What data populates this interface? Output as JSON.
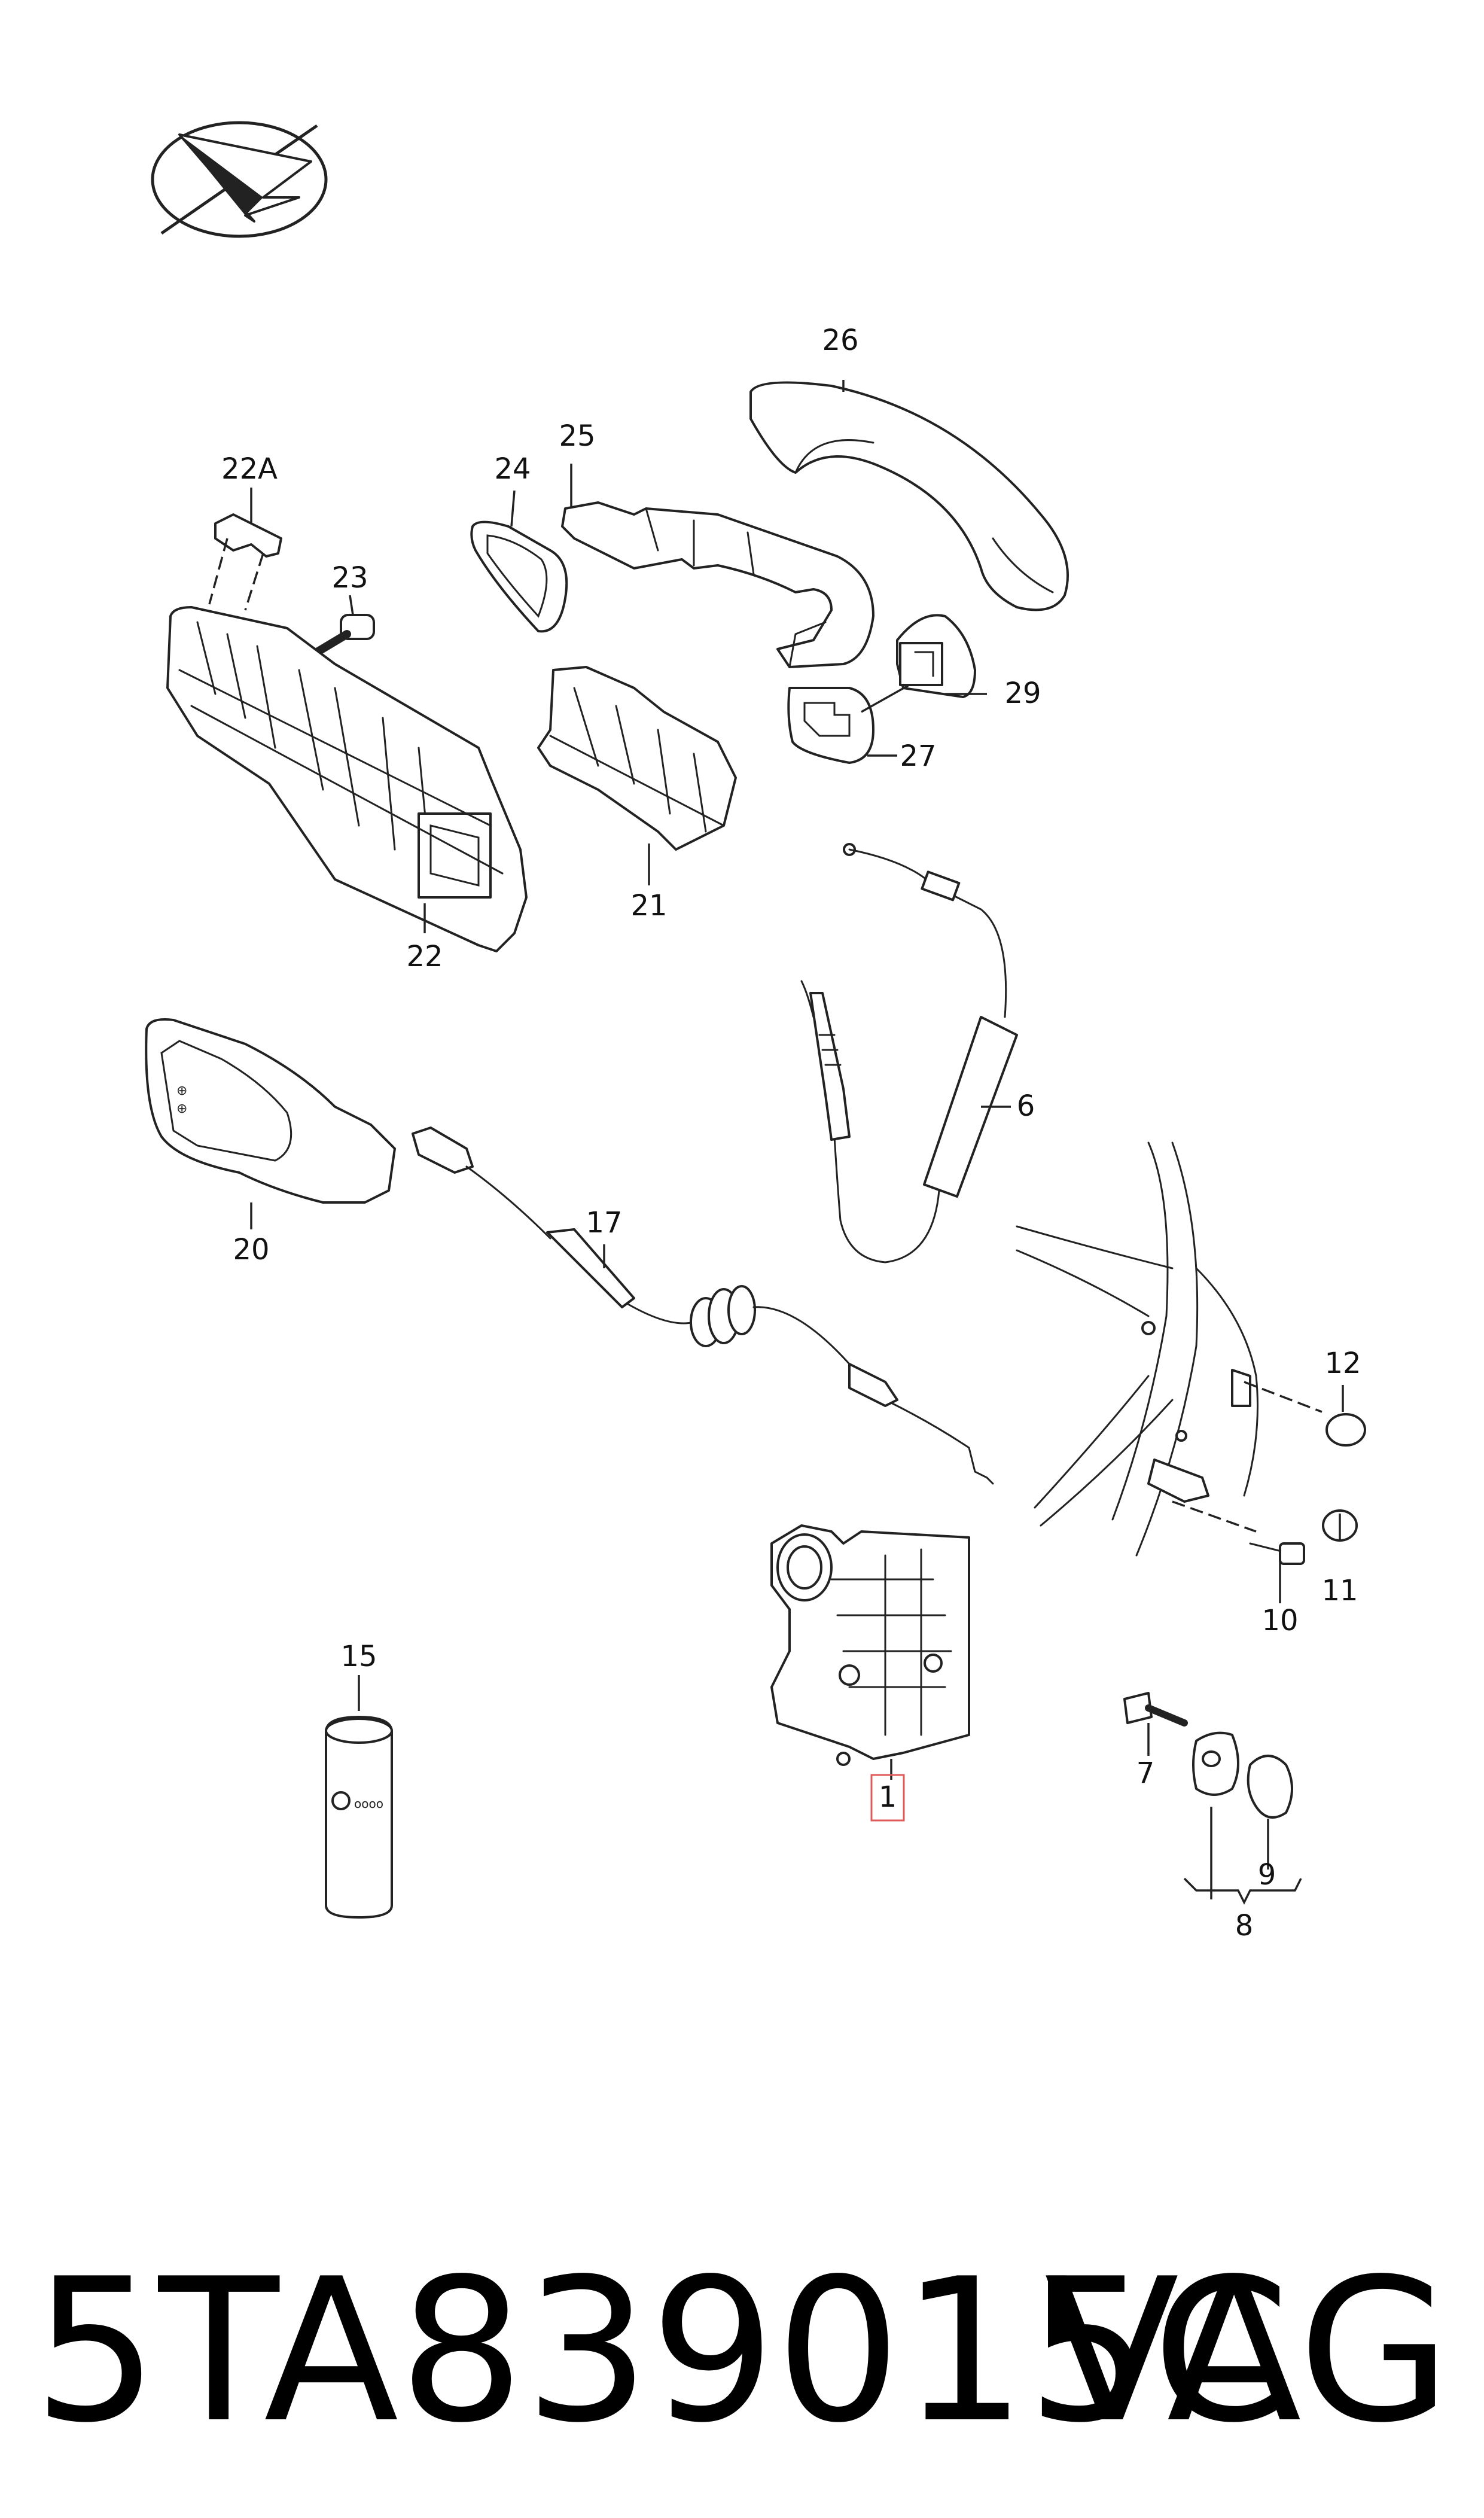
{
  "labels": {
    "l1": "1",
    "l6": "6",
    "l7": "7",
    "l8": "8",
    "l9": "9",
    "l10": "10",
    "l11": "11",
    "l12": "12",
    "l15": "15",
    "l17": "17",
    "l20": "20",
    "l21": "21",
    "l22": "22",
    "l22a": "22A",
    "l23": "23",
    "l24": "24",
    "l25": "25",
    "l26": "26",
    "l27": "27",
    "l29": "29"
  },
  "highlight_color": "#e05a5a",
  "footer": {
    "part_number": "5TA839015C",
    "brand": "VAG"
  }
}
